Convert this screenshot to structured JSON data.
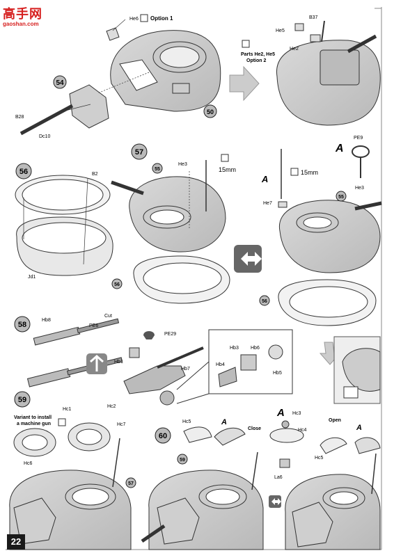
{
  "watermark": {
    "chars": "高手网",
    "url": "gaoshan.com"
  },
  "page_number": "22",
  "steps": {
    "s54": "54",
    "s55": "55",
    "s56": "56",
    "s57": "57",
    "s58": "58",
    "s59": "59",
    "s60": "60",
    "s50": "50"
  },
  "labels": {
    "option1": "Option 1",
    "option2_title": "Parts He2, He5",
    "option2": "Option 2",
    "variant1": "Variant to install",
    "variant2": "a machine gun",
    "close": "Close",
    "open": "Open",
    "cut": "Cut",
    "mm15": "15mm"
  },
  "parts": {
    "he6": "He6",
    "b28": "B28",
    "dc10": "Dc10",
    "b37": "B37",
    "he5": "He5",
    "he2": "He2",
    "b2": "B2",
    "jd1": "Jd1",
    "he3": "He3",
    "pe9": "PE9",
    "he7": "He7",
    "hb8": "Hb8",
    "pe6": "PE6",
    "pe29": "PE29",
    "hb3": "Hb3",
    "hb6": "Hb6",
    "hb4": "Hb4",
    "hb5": "Hb5",
    "hb1": "Hb1",
    "hb7": "Hb7",
    "hc1": "Hc1",
    "hc2": "Hc2",
    "hc7": "Hc7",
    "hc6": "Hc6",
    "hc5": "Hc5",
    "hc3": "Hc3",
    "hc4": "Hc4",
    "la6": "La6",
    "a": "A"
  }
}
